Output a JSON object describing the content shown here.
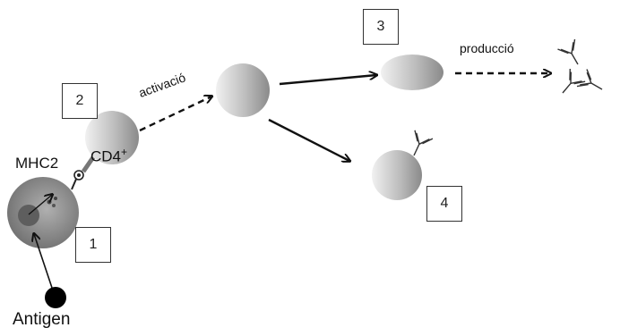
{
  "labels": {
    "antigen": "Antigen",
    "mhc2": "MHC2",
    "cd4": "CD4",
    "cd4_sup": "+",
    "activation": "activació",
    "production": "producció"
  },
  "steps": [
    "1",
    "2",
    "3",
    "4"
  ],
  "icons": {
    "antibody": "antibody-icon",
    "antigen": "antigen-dot-icon"
  },
  "colors": {
    "cell_light": "#f2f2f2",
    "cell_dark": "#8c8c8c",
    "arrow": "#111111"
  }
}
